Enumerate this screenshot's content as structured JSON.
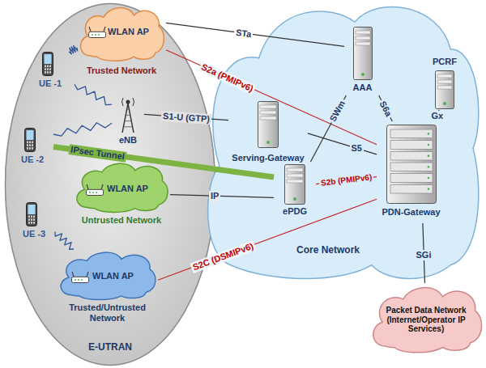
{
  "diagram": {
    "nodes": [
      {
        "text": [
          "E-UTRAN"
        ]
      },
      {
        "text": [
          "WLAN AP",
          "Trusted Network"
        ],
        "in": 0
      },
      {
        "text": [
          "UE -1"
        ],
        "in": 0
      },
      {
        "text": [
          "eNB"
        ],
        "in": 0
      },
      {
        "text": [
          "UE -2"
        ],
        "in": 0
      },
      {
        "text": [
          "WLAN AP",
          "Untrusted Network"
        ],
        "in": 0
      },
      {
        "text": [
          "UE -3"
        ],
        "in": 0
      },
      {
        "text": [
          "WLAN AP",
          "Trusted/Untrusted Network"
        ],
        "in": 0
      },
      {
        "text": [
          "Core Network"
        ]
      },
      {
        "text": [
          "AAA"
        ],
        "in": 8
      },
      {
        "text": [
          "PCRF"
        ],
        "in": 8
      },
      {
        "text": [
          "Serving-Gateway"
        ],
        "in": 8
      },
      {
        "text": [
          "ePDG"
        ],
        "in": 8
      },
      {
        "text": [
          "PDN-Gateway"
        ],
        "in": 8
      },
      {
        "text": [
          "Packet Data Network (Internet/Operator IP Services)"
        ]
      }
    ],
    "edges": [
      {
        "from": 1,
        "to": 9,
        "label": "STa",
        "arrow": "none"
      },
      {
        "from": 1,
        "to": 13,
        "label": "S2a (PMIPv6)",
        "arrow": "none"
      },
      {
        "from": 3,
        "to": 11,
        "label": "S1-U (GTP)",
        "arrow": "none"
      },
      {
        "from": 11,
        "to": 13,
        "label": "S5",
        "arrow": "none"
      },
      {
        "from": 12,
        "to": 9,
        "label": "SWm",
        "arrow": "none"
      },
      {
        "from": 12,
        "to": 13,
        "label": "S2b (PMIPv6)",
        "arrow": "none"
      },
      {
        "from": 5,
        "to": 12,
        "label": "IP",
        "arrow": "none"
      },
      {
        "from": 4,
        "to": 12,
        "label": "IPsec Tunnel",
        "arrow": "none"
      },
      {
        "from": 7,
        "to": 13,
        "label": "S2C (DSMIPv6)",
        "arrow": "none"
      },
      {
        "from": 9,
        "to": 13,
        "label": "S6a",
        "arrow": "none"
      },
      {
        "from": 10,
        "to": 13,
        "label": "Gx",
        "arrow": "none"
      },
      {
        "from": 13,
        "to": 14,
        "label": "SGi",
        "arrow": "none"
      },
      {
        "from": 2,
        "to": 1,
        "arrow": "none"
      },
      {
        "from": 2,
        "to": 3,
        "arrow": "none"
      },
      {
        "from": 4,
        "to": 3,
        "arrow": "none"
      },
      {
        "from": 6,
        "to": 7,
        "arrow": "none"
      }
    ]
  }
}
